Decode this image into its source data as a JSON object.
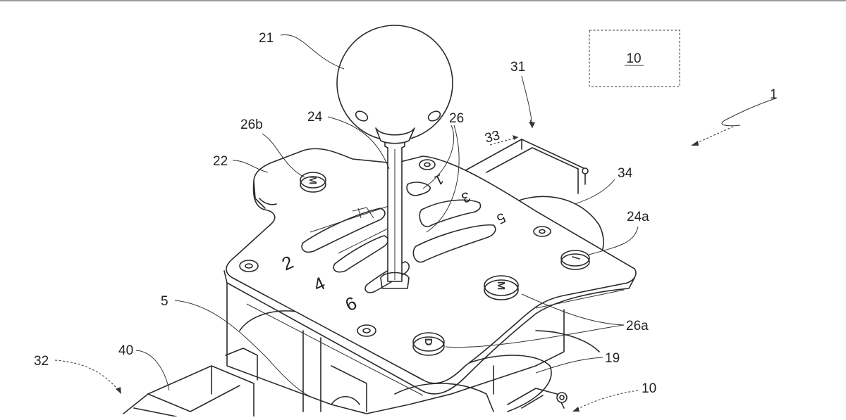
{
  "labels": {
    "l21": "21",
    "l10_box": "10",
    "l31": "31",
    "l1": "1",
    "l26b": "26b",
    "l24": "24",
    "l26": "26",
    "l33": "33",
    "l22": "22",
    "l34": "34",
    "l24a": "24a",
    "l5": "5",
    "l26a": "26a",
    "l40": "40",
    "l32": "32",
    "l19": "19",
    "l10_bottom": "10"
  },
  "gate_numbers": {
    "g2": "2",
    "g4": "4",
    "g6": "6",
    "g1": "1",
    "g3": "3",
    "g5": "5"
  },
  "button_letters": {
    "b_rear": "M",
    "b_front": "M",
    "b_bottom": "D"
  }
}
